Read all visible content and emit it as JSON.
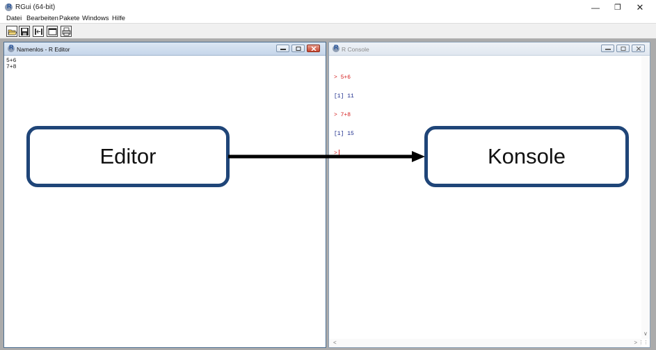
{
  "app": {
    "title": "RGui (64-bit)",
    "icon": "r-logo-icon",
    "window_controls": [
      "minimize",
      "restore",
      "close"
    ]
  },
  "menu": {
    "items": [
      "Datei",
      "Bearbeiten",
      "Pakete",
      "Windows",
      "Hilfe"
    ]
  },
  "toolbar": {
    "buttons": [
      "open-script-icon",
      "save-icon",
      "load-workspace-icon",
      "new-window-icon",
      "print-icon"
    ]
  },
  "editor_window": {
    "title": "Namenlos - R Editor",
    "icon": "r-logo-icon",
    "code": "5+6\n7+8"
  },
  "console_window": {
    "title": "R Console",
    "icon": "r-logo-icon",
    "lines": [
      {
        "text": "> 5+6",
        "kind": "input"
      },
      {
        "text": "[1] 11",
        "kind": "output"
      },
      {
        "text": "> 7+8",
        "kind": "input"
      },
      {
        "text": "[1] 15",
        "kind": "output"
      },
      {
        "text": ">",
        "kind": "prompt"
      }
    ]
  },
  "annotations": {
    "editor_label": "Editor",
    "console_label": "Konsole",
    "arrow_direction": "editor-to-console"
  },
  "colors": {
    "input_text": "#d42020",
    "output_text": "#1a2a8a",
    "annotation_border": "#1f4578"
  }
}
